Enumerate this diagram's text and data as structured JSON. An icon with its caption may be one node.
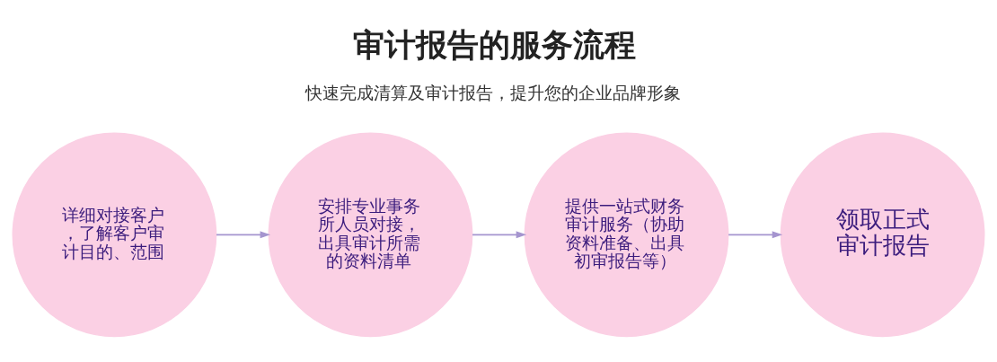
{
  "diagram": {
    "title": "审计报告的服务流程",
    "nodes": [
      {
        "text": [
          "详细对接客户，了解客户审计目的、范围"
        ]
      },
      {
        "text": [
          "安排专业事务所人员对接，出具审计所需的资料清单"
        ]
      },
      {
        "text": [
          "提供一站式财务审计服务（协助资料准备、出具初审报告等）"
        ]
      },
      {
        "text": [
          "领取正式审计报告"
        ]
      }
    ],
    "edges": [
      {
        "from": 0,
        "to": 1,
        "arrow": "to"
      },
      {
        "from": 1,
        "to": 2,
        "arrow": "to"
      },
      {
        "from": 2,
        "to": 3,
        "arrow": "to"
      }
    ],
    "labels": [
      "快速完成清算及审计报告，提升您的企业品牌形象"
    ]
  }
}
